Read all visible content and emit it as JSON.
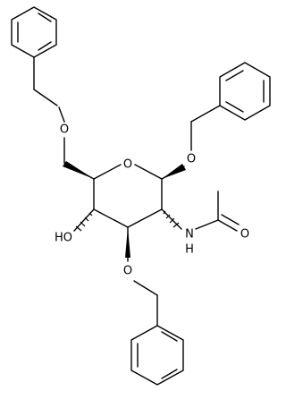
{
  "structure": {
    "atom_labels": {
      "o_c6": "O",
      "o_ring": "O",
      "o_anomeric": "O",
      "n_acetamido": "N",
      "h_acetamido": "H",
      "o_carbonyl": "O",
      "o_c4": "HO",
      "o_c3": "O"
    }
  },
  "colors": {
    "bond": "#000000",
    "background": "#ffffff"
  }
}
